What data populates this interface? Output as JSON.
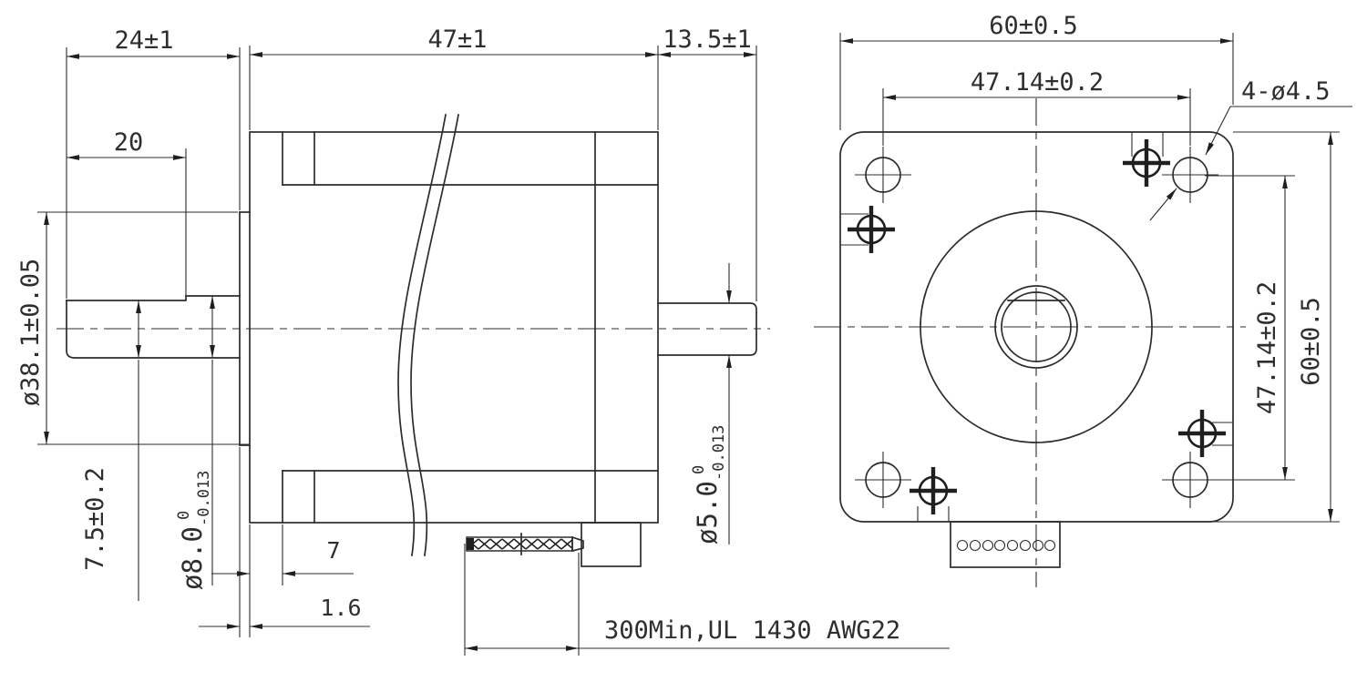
{
  "drawing_type": "stepper-motor-dimension-drawing",
  "colors": {
    "line": "#2c2c2c",
    "background": "#ffffff",
    "text": "#2e2e2e"
  },
  "side_view": {
    "dim_24": "24±1",
    "dim_20": "20",
    "dim_47": "47±1",
    "dim_13_5": "13.5±1",
    "dia_38": "ø38.1±0.05",
    "dim_7_5": "7.5±0.2",
    "dia_8": {
      "main": "ø8.0",
      "tol_upper": "0",
      "tol_lower": "-0.013"
    },
    "dim_7": "7",
    "dim_1_6": "1.6",
    "dia_5": {
      "main": "ø5.0",
      "tol_upper": "0",
      "tol_lower": "-0.013"
    },
    "lead_note": "300Min,UL 1430 AWG22"
  },
  "face_view": {
    "dim_60_top": "60±0.5",
    "dim_4714_top": "47.14±0.2",
    "holes_note": "4-ø4.5",
    "dim_4714_right": "47.14±0.2",
    "dim_60_right": "60±0.5"
  }
}
